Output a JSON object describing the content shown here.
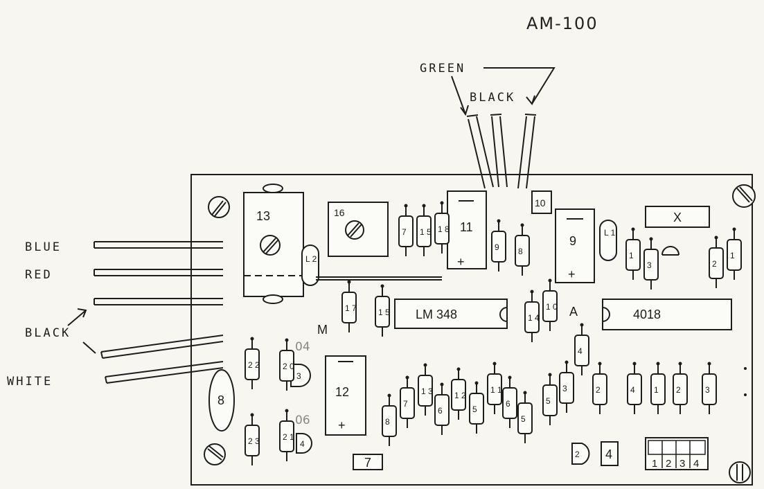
{
  "title": "AM-100",
  "wire_labels": {
    "green": "GREEN",
    "black_top": "BLACK",
    "blue": "BLUE",
    "red": "RED",
    "black_left": "BLACK",
    "white": "WHITE"
  },
  "components": {
    "c13": "13",
    "c16": "16",
    "c11": "11",
    "c10": "10",
    "c9": "9",
    "cx": "X",
    "l2": "L 2",
    "l1": "L 1",
    "lm348": "LM 348",
    "ic4018": "4018",
    "c12": "12",
    "c8": "8",
    "c7": "7",
    "marker_a": "A",
    "marker_m": "M",
    "c3": "3",
    "c4": "4",
    "c2": "2",
    "pencil_04": "04",
    "pencil_06": "06"
  },
  "resistors": [
    {
      "id": "r7a",
      "label": "7"
    },
    {
      "id": "r15a",
      "label": "1 5"
    },
    {
      "id": "r18",
      "label": "1 8"
    },
    {
      "id": "r9",
      "label": "9"
    },
    {
      "id": "r8a",
      "label": "8"
    },
    {
      "id": "r1a",
      "label": "1"
    },
    {
      "id": "r3a",
      "label": "3"
    },
    {
      "id": "r2a",
      "label": "2"
    },
    {
      "id": "r1b",
      "label": "1"
    },
    {
      "id": "r17",
      "label": "1 7"
    },
    {
      "id": "r15b",
      "label": "1 5"
    },
    {
      "id": "r14",
      "label": "1 4"
    },
    {
      "id": "r10",
      "label": "1 0"
    },
    {
      "id": "r22",
      "label": "2 2"
    },
    {
      "id": "r20",
      "label": "2 0"
    },
    {
      "id": "r23",
      "label": "2 3"
    },
    {
      "id": "r21",
      "label": "2 1"
    },
    {
      "id": "r8b",
      "label": "8"
    },
    {
      "id": "r7b",
      "label": "7"
    },
    {
      "id": "r13",
      "label": "1 3"
    },
    {
      "id": "r6a",
      "label": "6"
    },
    {
      "id": "r12",
      "label": "1 2"
    },
    {
      "id": "r5a",
      "label": "5"
    },
    {
      "id": "r11",
      "label": "1 1"
    },
    {
      "id": "r6b",
      "label": "6"
    },
    {
      "id": "r5b",
      "label": "5"
    },
    {
      "id": "r5c",
      "label": "5"
    },
    {
      "id": "r3b",
      "label": "3"
    },
    {
      "id": "r4a",
      "label": "4"
    },
    {
      "id": "r2b",
      "label": "2"
    },
    {
      "id": "r4b",
      "label": "4"
    },
    {
      "id": "r1c",
      "label": "1"
    },
    {
      "id": "r2c",
      "label": "2"
    },
    {
      "id": "r3c",
      "label": "3"
    }
  ],
  "dip_switch": [
    "1",
    "2",
    "3",
    "4"
  ]
}
